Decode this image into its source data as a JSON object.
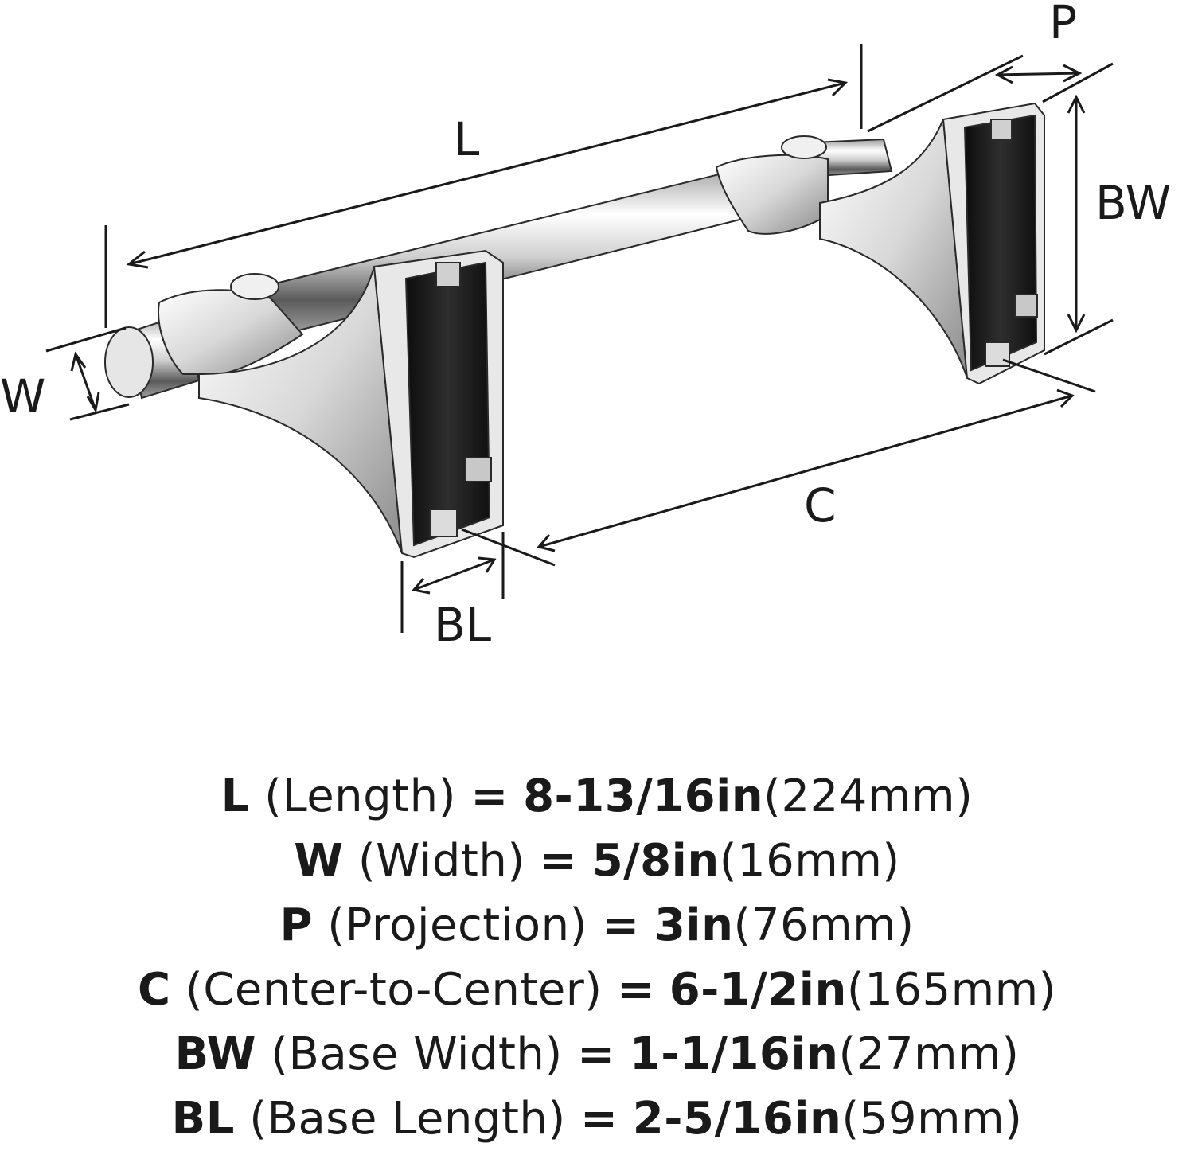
{
  "diagram": {
    "labels": {
      "L": "L",
      "P": "P",
      "BW": "BW",
      "W": "W",
      "C": "C",
      "BL": "BL"
    }
  },
  "specs": [
    {
      "code": "L",
      "name": "(Length)",
      "imperial": "8-13/16in",
      "metric": "(224mm)"
    },
    {
      "code": "W",
      "name": "(Width)",
      "imperial": "5/8in",
      "metric": "(16mm)"
    },
    {
      "code": "P",
      "name": "(Projection)",
      "imperial": "3in",
      "metric": "(76mm)"
    },
    {
      "code": "C",
      "name": "(Center-to-Center)",
      "imperial": "6-1/2in",
      "metric": "(165mm)"
    },
    {
      "code": "BW",
      "name": "(Base Width)",
      "imperial": "1-1/16in",
      "metric": "(27mm)"
    },
    {
      "code": "BL",
      "name": "(Base Length)",
      "imperial": "2-5/16in",
      "metric": "(59mm)"
    }
  ],
  "equals": "=",
  "colors": {
    "ink": "#1a1a1a",
    "chrome_light": "#f4f4f4",
    "chrome_mid": "#b8b8b8",
    "chrome_dark": "#2a2a2a"
  }
}
